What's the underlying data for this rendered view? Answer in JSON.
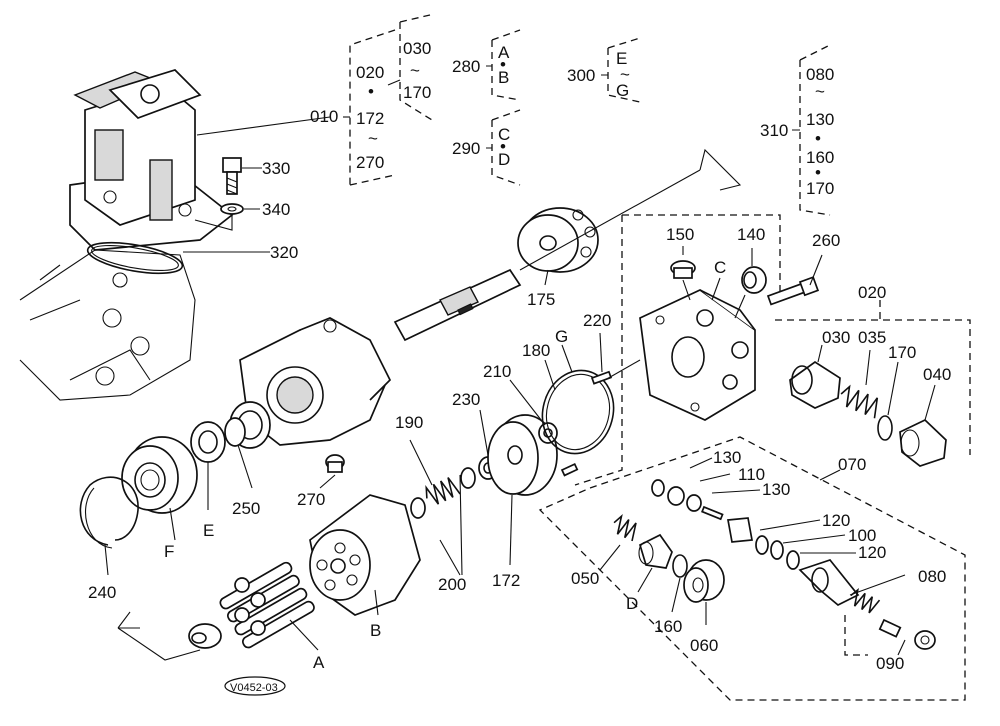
{
  "diagram_code": "V0452-03",
  "references": {
    "ref_010": "010",
    "ref_010_list": [
      "020",
      "•",
      "172",
      "~",
      "270"
    ],
    "ref_010_sub": [
      "030",
      "~",
      "170"
    ],
    "ref_280": "280",
    "ref_280_list": [
      "A",
      "•",
      "B"
    ],
    "ref_290": "290",
    "ref_290_list": [
      "C",
      "•",
      "D"
    ],
    "ref_300": "300",
    "ref_300_list": [
      "E",
      "~",
      "G"
    ],
    "ref_310": "310",
    "ref_310_list": [
      "080",
      "~",
      "130",
      "•",
      "160",
      "•",
      "170"
    ]
  },
  "labels": {
    "p330": "330",
    "p340": "340",
    "p320": "320",
    "p175": "175",
    "p260": "260",
    "p020": "020",
    "p150": "150",
    "p140": "140",
    "pC": "C",
    "p220": "220",
    "p180": "180",
    "pG": "G",
    "p210": "210",
    "p230": "230",
    "p190": "190",
    "p030": "030",
    "p035": "035",
    "p170": "170",
    "p040": "040",
    "p070": "070",
    "p130a": "130",
    "p110": "110",
    "p130b": "130",
    "p120a": "120",
    "p100": "100",
    "p120b": "120",
    "p080": "080",
    "p270": "270",
    "p250": "250",
    "pE": "E",
    "pF": "F",
    "p240": "240",
    "p200": "200",
    "p172": "172",
    "pB": "B",
    "pA": "A",
    "p050": "050",
    "pD": "D",
    "p160": "160",
    "p060": "060",
    "p090": "090"
  }
}
